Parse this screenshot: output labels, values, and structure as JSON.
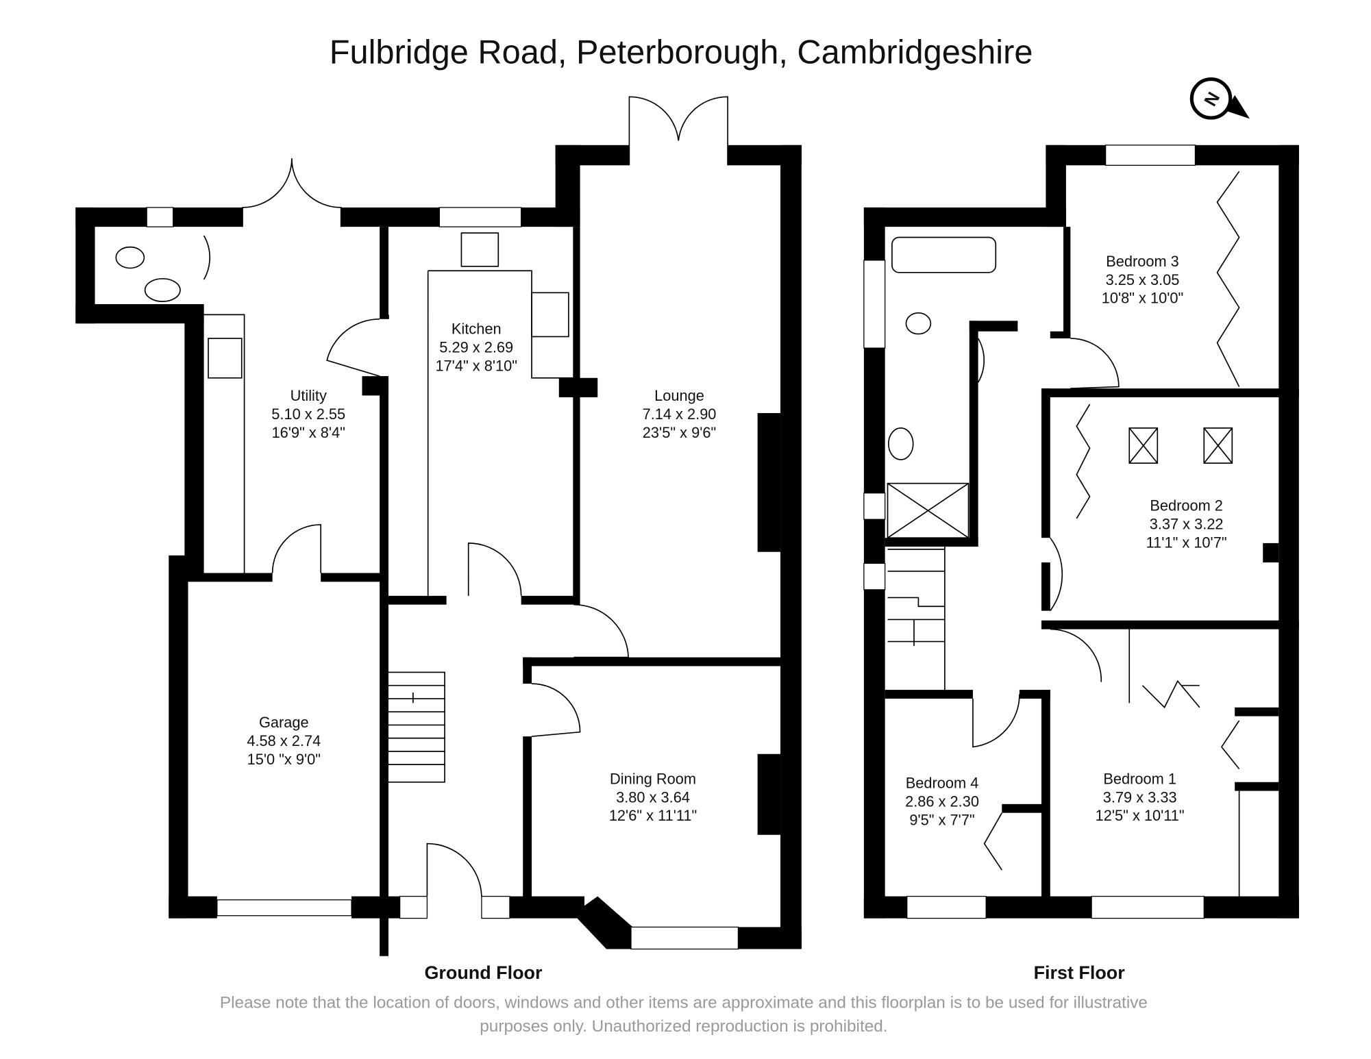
{
  "title": "Fulbridge Road, Peterborough, Cambridgeshire",
  "compass": {
    "label": "N"
  },
  "ground_floor": {
    "label": "Ground Floor",
    "rooms": [
      {
        "name": "Kitchen",
        "metric": "5.29 x 2.69",
        "imperial": "17'4\" x 8'10\""
      },
      {
        "name": "Utility",
        "metric": "5.10 x 2.55",
        "imperial": "16'9\" x 8'4\""
      },
      {
        "name": "Lounge",
        "metric": "7.14 x 2.90",
        "imperial": "23'5\" x 9'6\""
      },
      {
        "name": "Garage",
        "metric": "4.58 x 2.74",
        "imperial": "15'0 \"x 9'0\""
      },
      {
        "name": "Dining Room",
        "metric": "3.80 x 3.64",
        "imperial": "12'6\" x 11'11\""
      }
    ]
  },
  "first_floor": {
    "label": "First Floor",
    "rooms": [
      {
        "name": "Bedroom 3",
        "metric": "3.25 x 3.05",
        "imperial": "10'8\" x 10'0\""
      },
      {
        "name": "Bedroom 2",
        "metric": "3.37 x 3.22",
        "imperial": "11'1\" x 10'7\""
      },
      {
        "name": "Bedroom 4",
        "metric": "2.86 x 2.30",
        "imperial": "9'5\" x 7'7\""
      },
      {
        "name": "Bedroom 1",
        "metric": "3.79 x 3.33",
        "imperial": "12'5\" x 10'11\""
      }
    ]
  },
  "disclaimer": {
    "line1": "Please note that the location of doors, windows and other items are approximate and this floorplan is to be used for illustrative",
    "line2": "purposes only. Unauthorized reproduction is prohibited."
  }
}
